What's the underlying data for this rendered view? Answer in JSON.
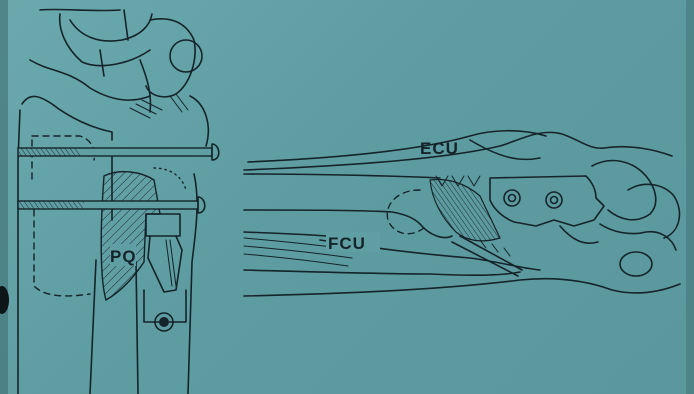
{
  "diagram": {
    "labels": {
      "pq": "PQ",
      "ecu": "ECU",
      "fcu": "FCU"
    },
    "colors": {
      "background": "#5f9ea3",
      "ink": "#15232a"
    }
  }
}
